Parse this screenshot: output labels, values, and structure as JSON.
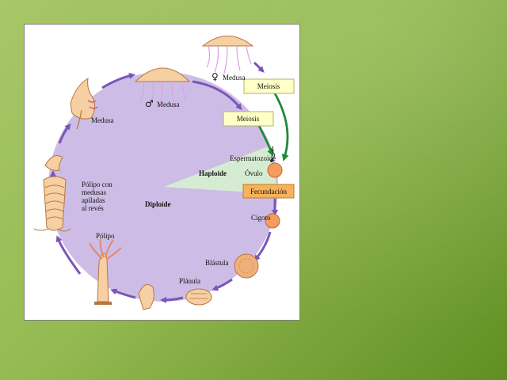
{
  "diagram": {
    "regions": {
      "haploid": "Haploide",
      "diploid": "Diploide"
    },
    "labels": {
      "female_medusa_symbol": "♀",
      "female_medusa": "Medusa",
      "male_medusa_symbol": "♂",
      "male_medusa": "Medusa",
      "meiosis_female": "Meiosis",
      "meiosis_male": "Meiosis",
      "sperm": "Espermatozoide",
      "egg": "Óvulo",
      "fertilization": "Fecundación",
      "zygote": "Cigoto",
      "blastula": "Blástula",
      "planula": "Plánula",
      "polyp": "Pólipo",
      "polyp_stacked_line1": "Pólipo con",
      "polyp_stacked_line2": "medusas",
      "polyp_stacked_line3": "apiladas",
      "polyp_stacked_line4": "al revés",
      "medusa_left": "Medusa"
    },
    "colors": {
      "cycle_fill": "#cdbde6",
      "arrow_purple": "#7a55b8",
      "arrow_green": "#1f8a3a",
      "haploid_fill": "#d6ecd2",
      "meiosis_box": "#ffffc8",
      "fertilization_box": "#f7b25a",
      "organism": "#f6cfa3",
      "organism_stroke": "#b8763e",
      "cell": "#f39c5e"
    }
  }
}
